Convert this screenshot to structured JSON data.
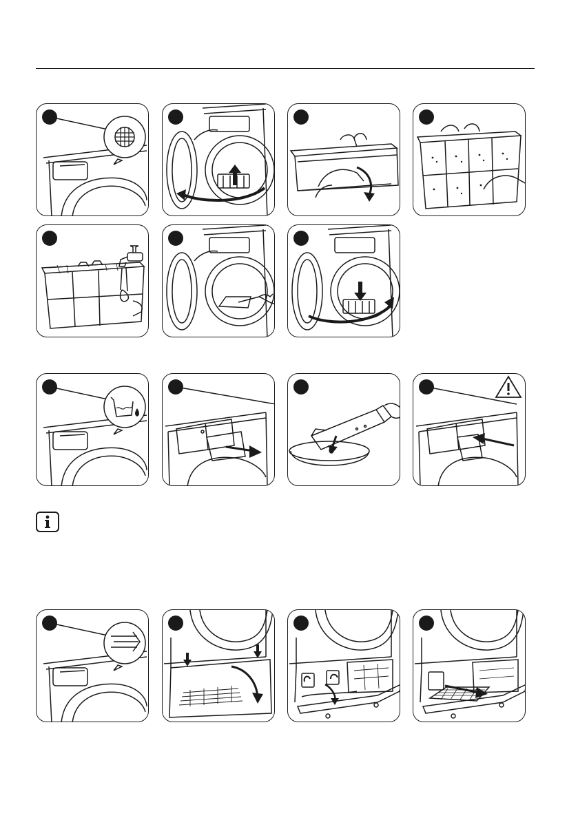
{
  "sections": [
    {
      "name": "filter-cleaning",
      "steps": 7,
      "icon": "grid-filter-icon"
    },
    {
      "name": "water-container-emptying",
      "steps": 4,
      "icon": "water-container-icon",
      "warning_icon": "warning-triangle-icon"
    },
    {
      "name": "info-note",
      "icon": "info-icon"
    },
    {
      "name": "condenser-cleaning",
      "steps": 4,
      "icon": "airflow-icon"
    }
  ],
  "colors": {
    "line": "#1a1a1a",
    "background": "#ffffff"
  }
}
